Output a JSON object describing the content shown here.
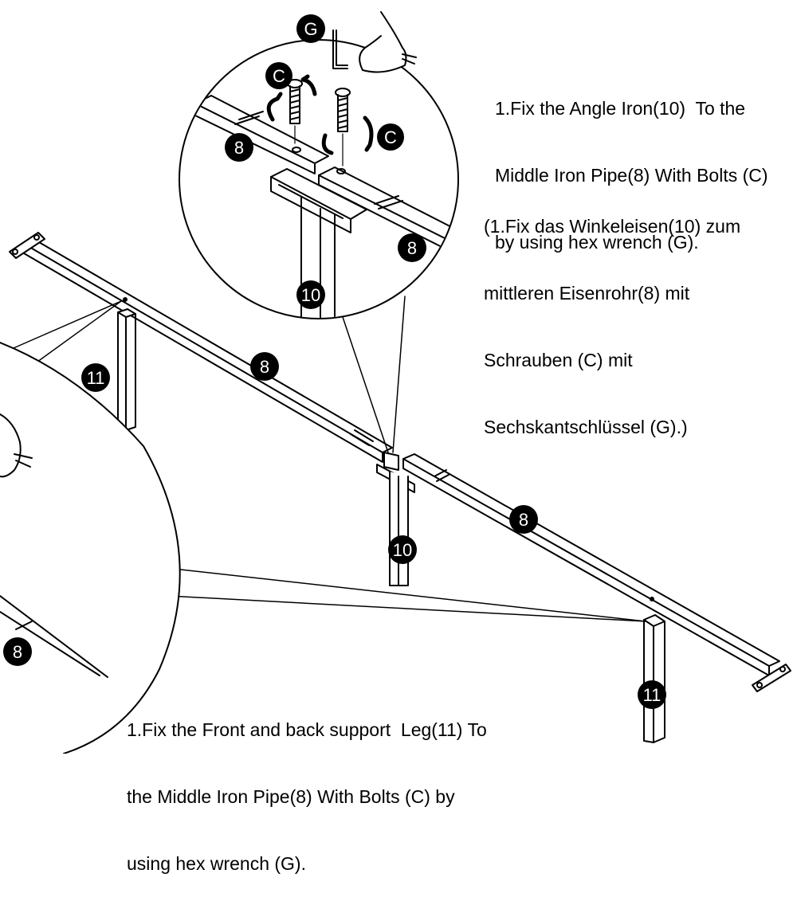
{
  "instructions": {
    "angle_iron_en": [
      "1.Fix the Angle Iron(10)  To the",
      "Middle Iron Pipe(8) With Bolts (C)",
      "by using hex wrench (G)."
    ],
    "angle_iron_de": [
      "(1.Fix das Winkeleisen(10) zum",
      "mittleren Eisenrohr(8) mit",
      "Schrauben (C) mit",
      "Sechskantschlüssel (G).)"
    ],
    "support_leg_en": [
      "1.Fix the Front and back support  Leg(11) To",
      "the Middle Iron Pipe(8) With Bolts (C) by",
      "using hex wrench (G)."
    ]
  },
  "part_labels": {
    "hex_wrench": "G",
    "bolt": "C",
    "middle_iron_pipe": "8",
    "angle_iron": "10",
    "support_leg": "11"
  },
  "colors": {
    "line": "#000000",
    "badge": "#000000",
    "badge_text": "#ffffff",
    "background": "#ffffff"
  }
}
